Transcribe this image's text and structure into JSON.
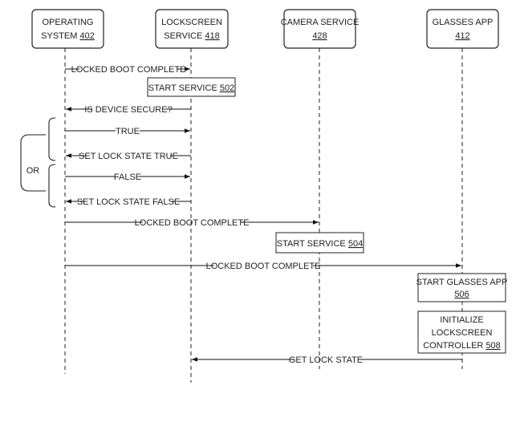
{
  "participants": [
    {
      "id": "os",
      "line1": "OPERATING",
      "line2_text": "SYSTEM ",
      "ref": "402"
    },
    {
      "id": "lockscreen",
      "line1": "LOCKSCREEN",
      "line2_text": "SERVICE ",
      "ref": "418"
    },
    {
      "id": "camera",
      "line1": "CAMERA SERVICE",
      "line2_text": "",
      "ref": "428"
    },
    {
      "id": "glasses",
      "line1": "GLASSES APP",
      "line2_text": "",
      "ref": "412"
    }
  ],
  "messages": [
    {
      "label": "LOCKED BOOT COMPLETE",
      "from": "os",
      "to": "lockscreen"
    },
    {
      "label": "IS DEVICE SECURE?",
      "from": "lockscreen",
      "to": "os"
    },
    {
      "label": "TRUE",
      "from": "os",
      "to": "lockscreen"
    },
    {
      "label": "SET LOCK STATE TRUE",
      "from": "lockscreen",
      "to": "os"
    },
    {
      "label": "FALSE",
      "from": "os",
      "to": "lockscreen"
    },
    {
      "label": "SET LOCK STATE FALSE",
      "from": "lockscreen",
      "to": "os"
    },
    {
      "label": "LOCKED BOOT COMPLETE",
      "from": "os",
      "to": "camera"
    },
    {
      "label": "LOCKED BOOT COMPLETE",
      "from": "os",
      "to": "glasses"
    },
    {
      "label": "GET LOCK STATE",
      "from": "glasses",
      "to": "lockscreen"
    }
  ],
  "actions": [
    {
      "lines": [
        "START SERVICE "
      ],
      "ref": "502",
      "on": "lockscreen"
    },
    {
      "lines": [
        "START SERVICE "
      ],
      "ref": "504",
      "on": "camera"
    },
    {
      "lines": [
        "START GLASSES APP"
      ],
      "ref": "506",
      "on": "glasses"
    },
    {
      "lines": [
        "INITIALIZE",
        "LOCKSCREEN",
        "CONTROLLER "
      ],
      "ref": "508",
      "on": "glasses"
    }
  ],
  "alternative": {
    "label": "OR"
  }
}
